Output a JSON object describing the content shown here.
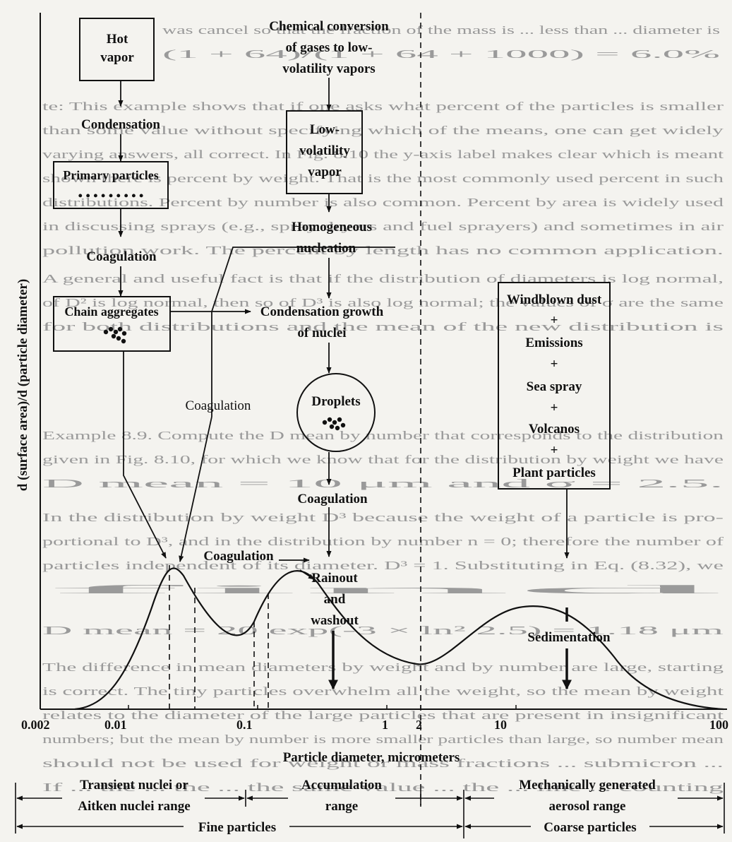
{
  "bg_text": [
    "was cancel so that the fraction of the mass is ... less than ... diameter is",
    "(1 + 64)/(1 + 64 + 1000) = 6.0%",
    "te: This example shows that if one asks what percent of the particles is smaller",
    "than some value without specifying which of the means, one can get widely",
    "varying answers, all correct. In Fig. 8.10 the y-axis label makes clear which is meant",
    "shown there is percent by weight. That is the most commonly used percent in such",
    "distributions. Percent by number is also common. Percent by area is widely used",
    "in discussing sprays (e.g., spray dryers and fuel sprayers) and sometimes in air",
    "pollution work. The percent by length has no common application.",
    "A general and useful fact is that if the distribution of diameters is log normal,",
    "of D² is log normal, then so of D³ is also log normal; the values of σ are the same",
    "for both distributions and the mean of the new distribution is",
    "Example 8.9. Compute the D mean by number that corresponds to the distribution",
    "given in Fig. 8.10, for which we know that for the distribution by weight we have",
    "D mean = 10 μm and σ = 2.5.",
    "In the distribution by weight D³ because the weight of a particle is pro-",
    "portional to D³, and in the distribution by number n = 0; therefore the number of",
    "particles independent of its diameter. D³ = 1. Substituting in Eq. (8.32), we",
    "find",
    "D mean = 20 exp(-3 × ln² 2.5) = 1.18 μm",
    "The difference in mean diameters by weight and by number are large, starting",
    "is correct. The tiny particles overwhelm all the weight, so the mean by weight",
    "relates to the diameter of the large particles that are present in insignificant",
    "numbers; but the mean by number is more smaller particles than large, so number mean",
    "should not be used for weight or mass fractions ... submicron ... ",
    "If ... the ... the ... the same value ... the ... line ... counting"
  ],
  "axes": {
    "ylabel": "d (surface area)/d (particle diameter)",
    "xlabel": "Particle diameter, micrometers",
    "xticks": [
      "0.002",
      "0.01",
      "0.1",
      "1",
      "2",
      "10",
      "100"
    ]
  },
  "boxes": {
    "hot_vapor": [
      "Hot",
      "vapor"
    ],
    "primary_particles": "Primary particles",
    "chain_aggregates": "Chain aggregates",
    "low_volatility_vapor": [
      "Low-",
      "volatility",
      "vapor"
    ],
    "mechanical_sources": [
      "Windblown dust",
      "+",
      "Emissions",
      "+",
      "Sea spray",
      "+",
      "Volcanos",
      "+",
      "Plant particles"
    ]
  },
  "labels": {
    "chemical_conversion": [
      "Chemical conversion",
      "of gases to low-",
      "volatility vapors"
    ],
    "condensation": "Condensation",
    "coagulation_primary": "Coagulation",
    "homogeneous_nucleation": [
      "Homogeneous",
      "nucleation"
    ],
    "condensation_growth": [
      "Condensation growth",
      "of nuclei"
    ],
    "coagulation_left": "Coagulation",
    "droplets": "Droplets",
    "coagulation_droplets": "Coagulation",
    "coagulation_curve": "Coagulation",
    "rainout": [
      "Rainout",
      "and",
      "washout"
    ],
    "sedimentation": "Sedimentation"
  },
  "ranges": {
    "transient_nuclei": [
      "Transient nuclei or",
      "Aitken nuclei range"
    ],
    "accumulation": [
      "Accumulation",
      "range"
    ],
    "mechanical": [
      "Mechanically generated",
      "aerosol range"
    ],
    "fine": "Fine particles",
    "coarse": "Coarse particles"
  },
  "colors": {
    "paper": "#f4f3ef",
    "ink": "#111111",
    "faded_text": "#9a9a9a"
  }
}
